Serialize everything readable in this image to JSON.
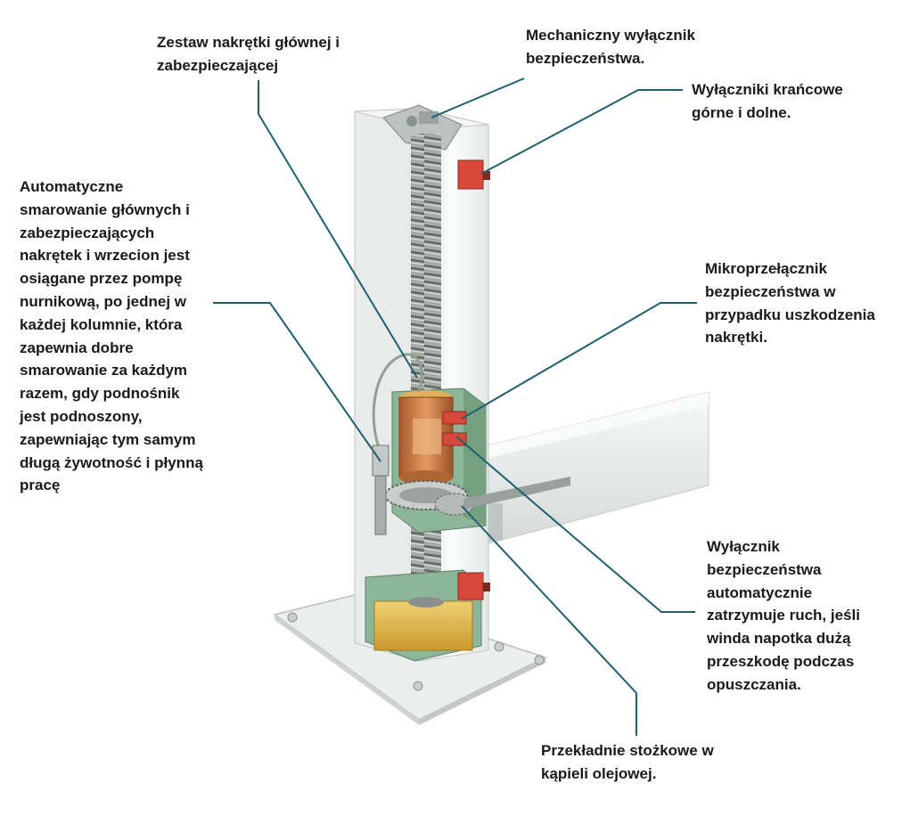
{
  "labels": {
    "nut_set": "Zestaw nakrętki głównej i\nzabezpieczającej",
    "mechanical_switch": "Mechaniczny wyłącznik\nbezpieczeństwa.",
    "limit_switches": "Wyłączniki krańcowe\ngórne i dolne.",
    "lubrication": "Automatyczne\nsmarowanie głównych i\nzabezpieczających\nnakrętek i wrzecion jest\nosiągane przez pompę\nnurnikową, po jednej w\nkażdej kolumnie, która\nzapewnia dobre\nsmarowanie za każdym\nrazem, gdy podnośnik\njest podnoszony,\nzapewniając tym samym\ndługą żywotność i płynną\npracę",
    "microswitch": "Mikroprzełącznik\nbezpieczeństwa w\nprzypadku uszkodzenia\nnakrętki.",
    "auto_stop_switch": "Wyłącznik\nbezpieczeństwa\nautomatycznie\nzatrzymuje ruch, jeśli\nwinda napotka dużą\nprzeszkodę podczas\nopuszczania.",
    "bevel_gears": "Przekładnie stożkowe w\nkąpieli olejowej."
  },
  "colors": {
    "leader_line": "#1f5f70",
    "column_face": "#f2f4f3",
    "column_side": "#dfe3e2",
    "housing_green": "#8fb89a",
    "nut_copper": "#c97840",
    "oil_yellow": "#e2b84a",
    "switch_red": "#d9483a",
    "base_plate": "#e9ebea"
  }
}
